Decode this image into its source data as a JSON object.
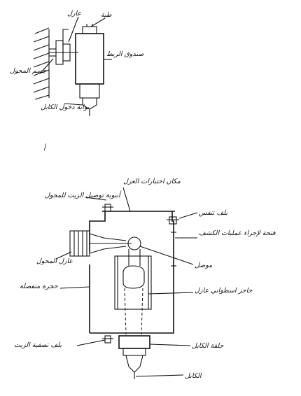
{
  "figure_a": {
    "label_cover": "طية",
    "label_insulator": "عازل",
    "label_transformer_body": "جسم المحول",
    "label_connection_box": "صندوق الربط",
    "label_cable_entry": "بوابة دخول الكابل",
    "caption": "أ"
  },
  "figure_b": {
    "label_test_place": "مكان اختبارات العزل",
    "label_oil_pipe": "أنبوبة توصيل الزيت للمحول",
    "label_breather_valve": "بلف تنفس",
    "label_inspection_opening": "فتحة لإجراء عمليات الكشف",
    "label_transformer_insulator": "عازل المحول",
    "label_connector": "موصل",
    "label_separate_chamber": "حجرة منفصلة",
    "label_cylindrical_barrier": "حاجز اسطواني عازل",
    "label_drain_valve": "بلف تصفية الزيت",
    "label_cable_ring": "حلقة الكابل",
    "label_cable": "الكابل"
  },
  "colors": {
    "ink": "#111111",
    "paper": "#ffffff",
    "hatch": "#333333"
  }
}
